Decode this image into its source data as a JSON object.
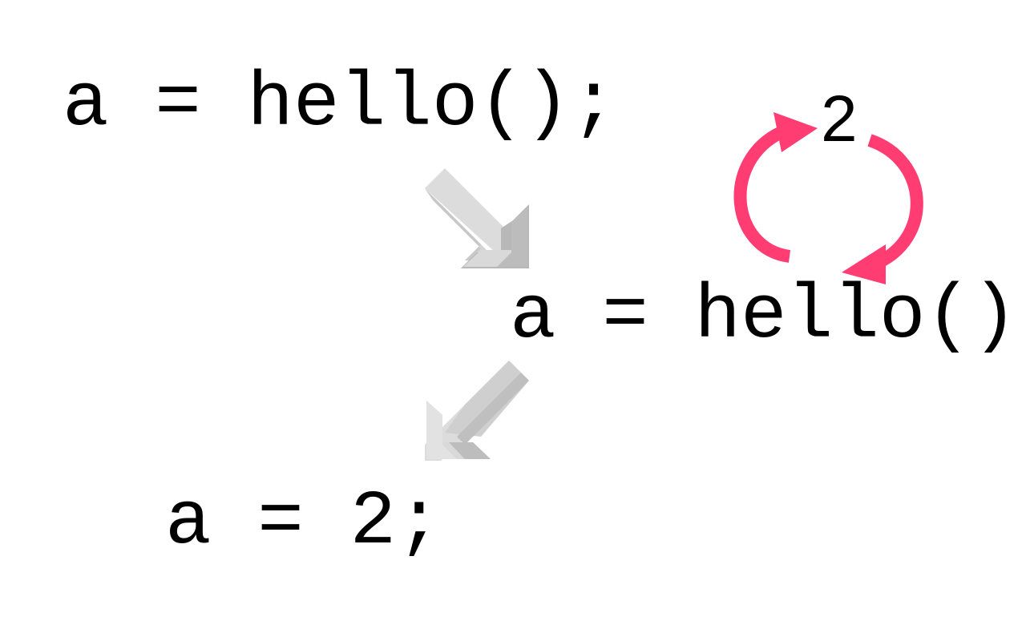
{
  "steps": [
    {
      "code": "a = hello();"
    },
    {
      "code": "a = hello();"
    },
    {
      "code": "a = 2;"
    }
  ],
  "return_value": "2",
  "icons": {
    "step_arrow_1": "arrow-down-right-icon",
    "step_arrow_2": "arrow-down-left-icon",
    "cycle": "cycle-arrows-icon"
  },
  "colors": {
    "text": "#000000",
    "step_arrow_light": "#dcdcdc",
    "step_arrow_dark": "#b5b5b5",
    "cycle_arrow": "#ff3d73"
  }
}
